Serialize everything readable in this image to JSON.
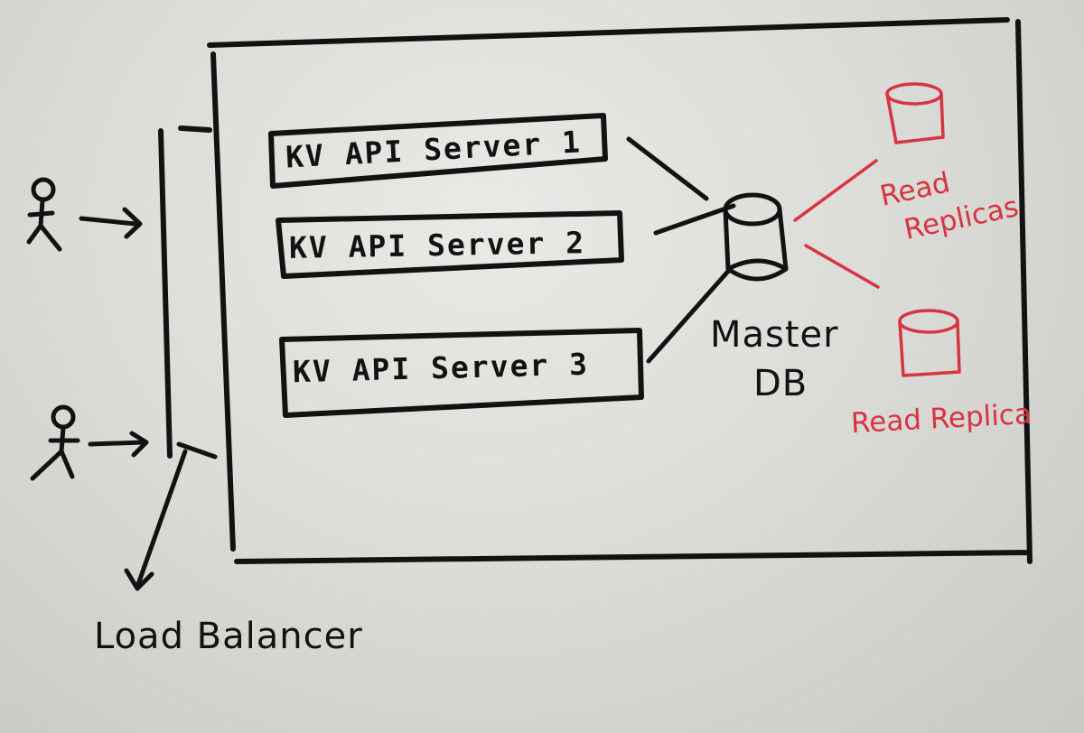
{
  "servers": [
    {
      "label": "KV API Server 1"
    },
    {
      "label": "KV API Server 2"
    },
    {
      "label": "KV API Server 3"
    }
  ],
  "master_db": {
    "line1": "Master",
    "line2": "DB"
  },
  "replicas": {
    "top_label_line1": "Read",
    "top_label_line2": "Replicas",
    "bottom_label": "Read Replica"
  },
  "load_balancer": {
    "label": "Load Balancer"
  },
  "colors": {
    "ink": "#121212",
    "marker_red": "#d8333f",
    "board": "#e2e2de"
  }
}
